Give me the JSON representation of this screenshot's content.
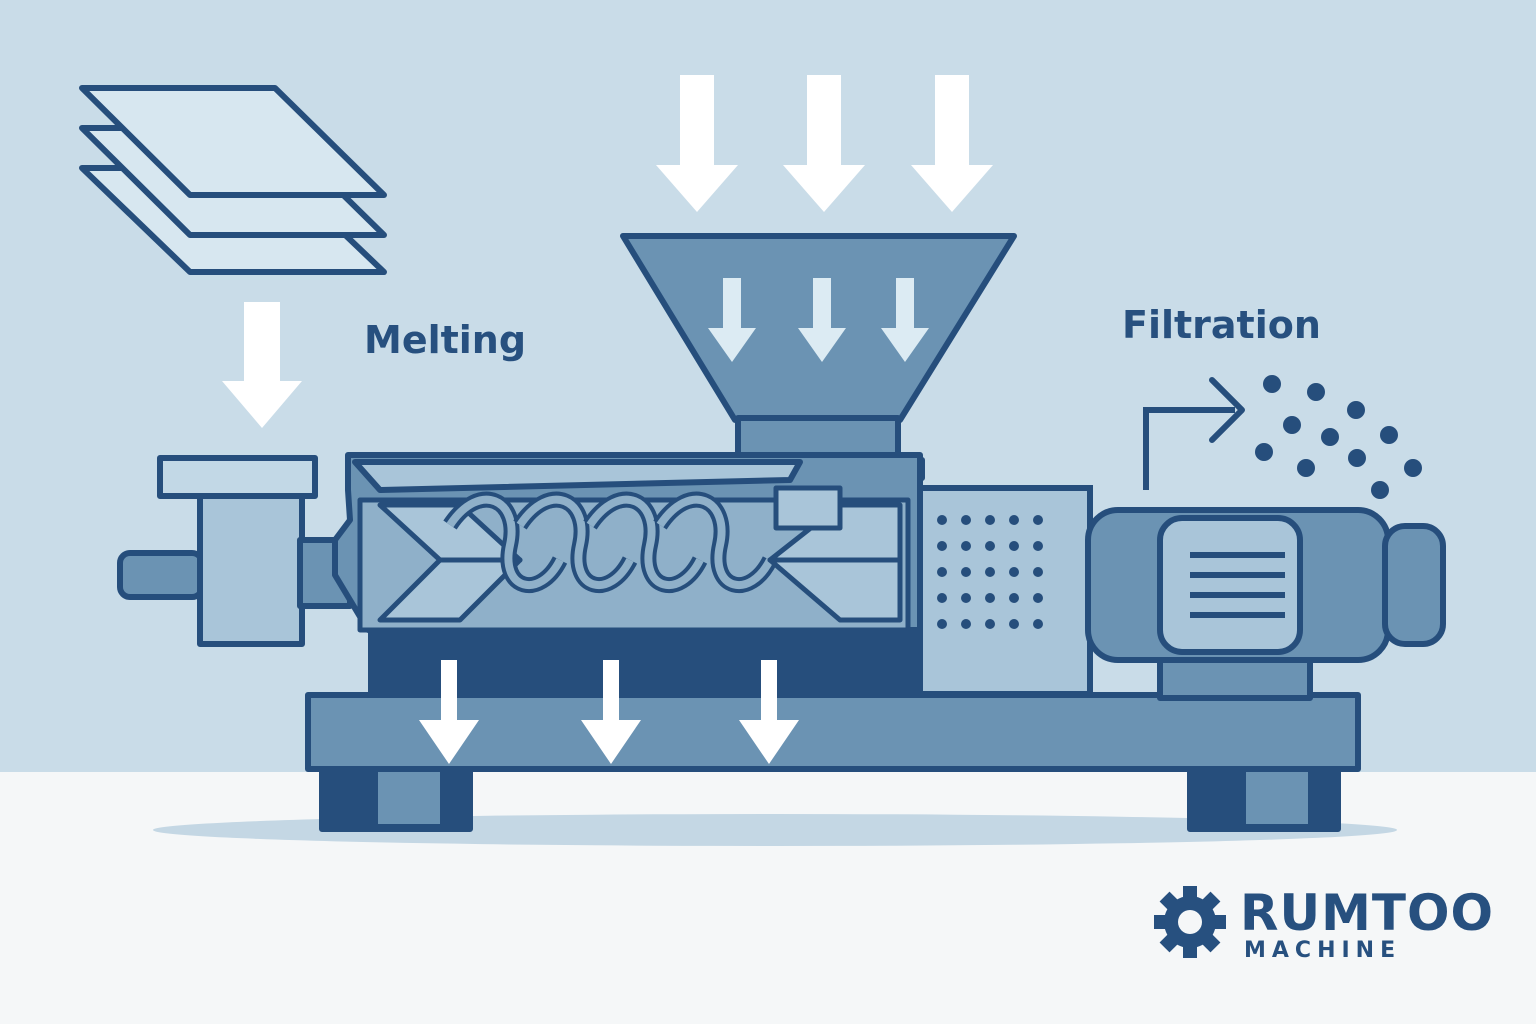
{
  "labels": {
    "melting": "Melting",
    "filtration": "Filtration"
  },
  "brand": {
    "name": "RUMTOO",
    "sub": "MACHINE"
  },
  "colors": {
    "background": "#c9dce8",
    "floor": "#f5f7f8",
    "outline": "#264e7c",
    "machine_mid": "#6b93b3",
    "machine_light": "#a9c5d9",
    "arrow": "#ffffff"
  },
  "icons": [
    "plastic-sheets-icon",
    "hopper-icon",
    "screw-icon",
    "filter-icon",
    "motor-icon",
    "pellets-icon",
    "gear-icon"
  ]
}
